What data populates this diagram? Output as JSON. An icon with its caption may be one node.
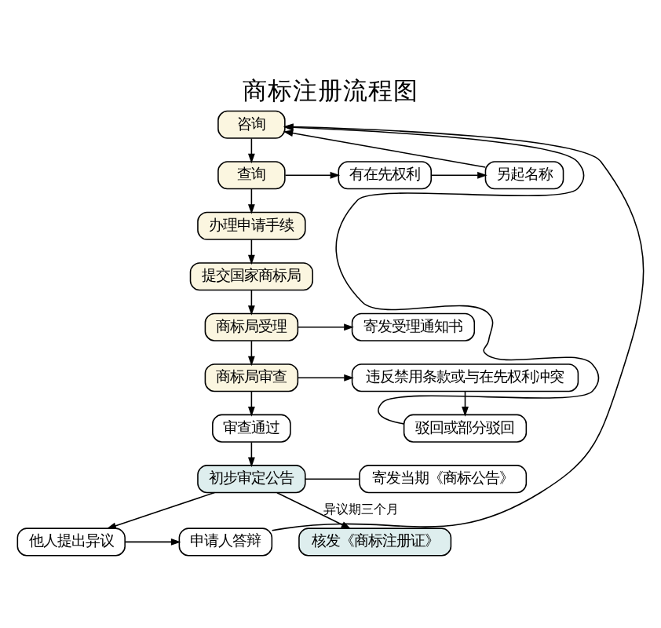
{
  "diagram": {
    "title": "商标注册流程图",
    "nodes": [
      {
        "text": [
          "咨询"
        ]
      },
      {
        "text": [
          "查询"
        ]
      },
      {
        "text": [
          "有在先权利"
        ]
      },
      {
        "text": [
          "另起名称"
        ]
      },
      {
        "text": [
          "办理申请手续"
        ]
      },
      {
        "text": [
          "提交国家商标局"
        ]
      },
      {
        "text": [
          "商标局受理"
        ]
      },
      {
        "text": [
          "寄发受理通知书"
        ]
      },
      {
        "text": [
          "商标局审查"
        ]
      },
      {
        "text": [
          "违反禁用条款或与在先权利冲突"
        ]
      },
      {
        "text": [
          "审查通过"
        ]
      },
      {
        "text": [
          "驳回或部分驳回"
        ]
      },
      {
        "text": [
          "初步审定公告"
        ]
      },
      {
        "text": [
          "寄发当期《商标公告》"
        ]
      },
      {
        "text": [
          "他人提出异议"
        ]
      },
      {
        "text": [
          "申请人答辩"
        ]
      },
      {
        "text": [
          "核发《商标注册证》"
        ]
      }
    ],
    "edges": [
      {
        "from": 0,
        "to": 1,
        "arrow": "to"
      },
      {
        "from": 1,
        "to": 2,
        "arrow": "to"
      },
      {
        "from": 2,
        "to": 3,
        "arrow": "to"
      },
      {
        "from": 3,
        "to": 0,
        "arrow": "to"
      },
      {
        "from": 1,
        "to": 4,
        "arrow": "to"
      },
      {
        "from": 4,
        "to": 5,
        "arrow": "to"
      },
      {
        "from": 5,
        "to": 6,
        "arrow": "to"
      },
      {
        "from": 6,
        "to": 7,
        "arrow": "to"
      },
      {
        "from": 6,
        "to": 8,
        "arrow": "to"
      },
      {
        "from": 8,
        "to": 9,
        "arrow": "to"
      },
      {
        "from": 9,
        "to": 11,
        "arrow": "to"
      },
      {
        "from": 11,
        "to": 0,
        "arrow": "to"
      },
      {
        "from": 8,
        "to": 10,
        "arrow": "to"
      },
      {
        "from": 10,
        "to": 12,
        "arrow": "to"
      },
      {
        "from": 12,
        "to": 13,
        "arrow": "none"
      },
      {
        "from": 12,
        "to": 14,
        "arrow": "to"
      },
      {
        "from": 14,
        "to": 15,
        "arrow": "to"
      },
      {
        "from": 15,
        "to": 0,
        "arrow": "to"
      },
      {
        "from": 12,
        "to": 16,
        "arrow": "to",
        "label": "异议期三个月"
      }
    ]
  }
}
